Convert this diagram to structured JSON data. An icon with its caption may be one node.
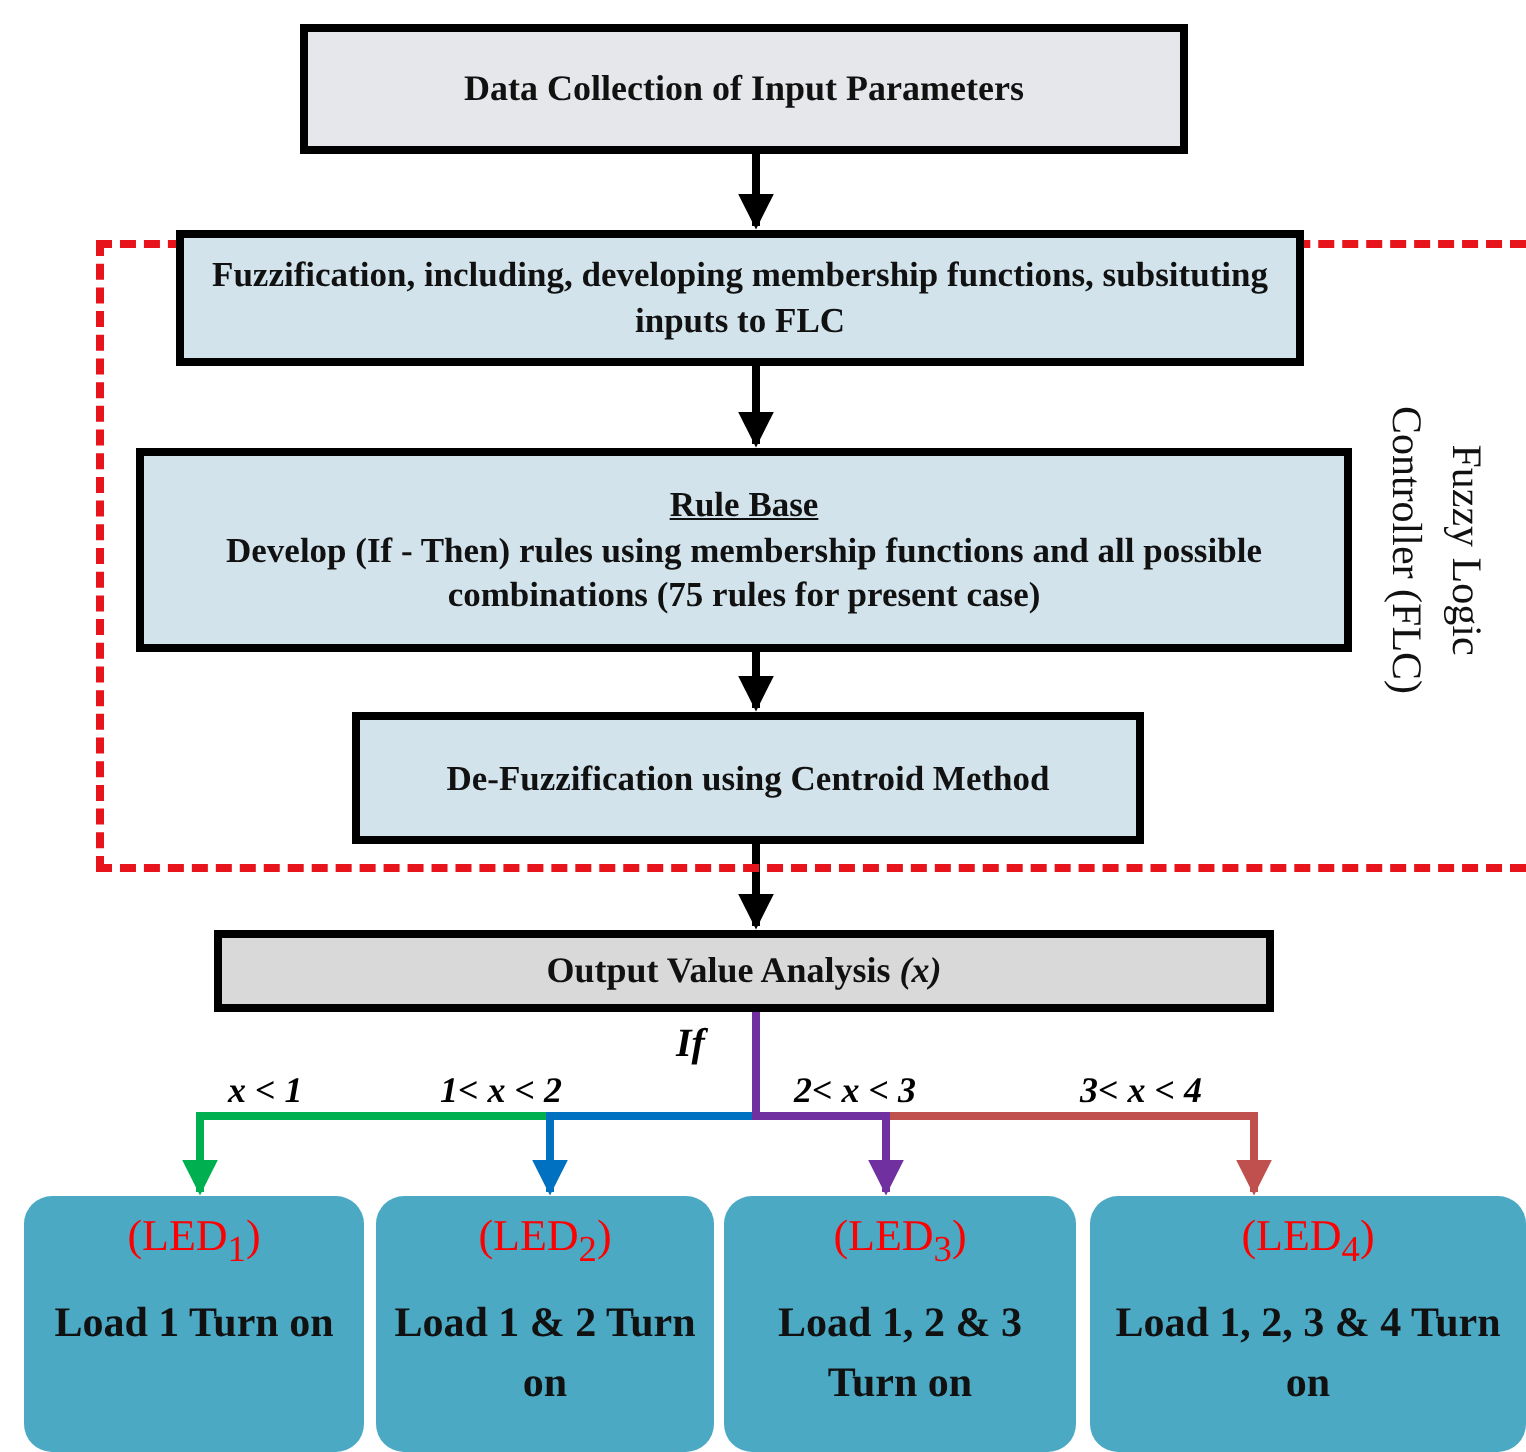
{
  "diagram": {
    "nodes": [
      {
        "text": [
          "Data Collection of Input Parameters"
        ]
      },
      {
        "text": [
          "Fuzzy Logic Controller (FLC)"
        ]
      },
      {
        "text": [
          "Fuzzification, including, developing membership functions, subsituting inputs to FLC"
        ],
        "in": 1
      },
      {
        "text": [
          "Rule Base",
          "Develop (If - Then) rules using membership functions and all possible combinations (75 rules for present case)"
        ],
        "in": 1
      },
      {
        "text": [
          "De-Fuzzification using Centroid Method"
        ],
        "in": 1
      },
      {
        "text": [
          "Output Value Analysis *(x)*"
        ]
      },
      {
        "text": [
          "(LED$_{1}$)",
          "Load 1 Turn on"
        ]
      },
      {
        "text": [
          "(LED$_{2}$)",
          "Load 1 & 2 Turn on"
        ]
      },
      {
        "text": [
          "(LED$_{3}$)",
          "Load 1, 2 & 3 Turn on"
        ]
      },
      {
        "text": [
          "(LED$_{4}$)",
          "Load 1, 2, 3 & 4 Turn on"
        ]
      }
    ],
    "edges": [
      {
        "from": 0,
        "to": 2,
        "arrow": "to"
      },
      {
        "from": 2,
        "to": 3,
        "arrow": "to"
      },
      {
        "from": 3,
        "to": 4,
        "arrow": "to"
      },
      {
        "from": 4,
        "to": 5,
        "arrow": "to"
      },
      {
        "from": 5,
        "to": 6,
        "arrow": "to",
        "label": "x < 1",
        "color": "#00b050"
      },
      {
        "from": 5,
        "to": 7,
        "arrow": "to",
        "label": "1< x < 2",
        "color": "#0070c0"
      },
      {
        "from": 5,
        "to": 8,
        "arrow": "to",
        "label": "2< x < 3",
        "color": "#7030a0"
      },
      {
        "from": 5,
        "to": 9,
        "arrow": "to",
        "label": "3< x < 4",
        "color": "#c0504d"
      }
    ],
    "labels": [
      "If"
    ]
  }
}
